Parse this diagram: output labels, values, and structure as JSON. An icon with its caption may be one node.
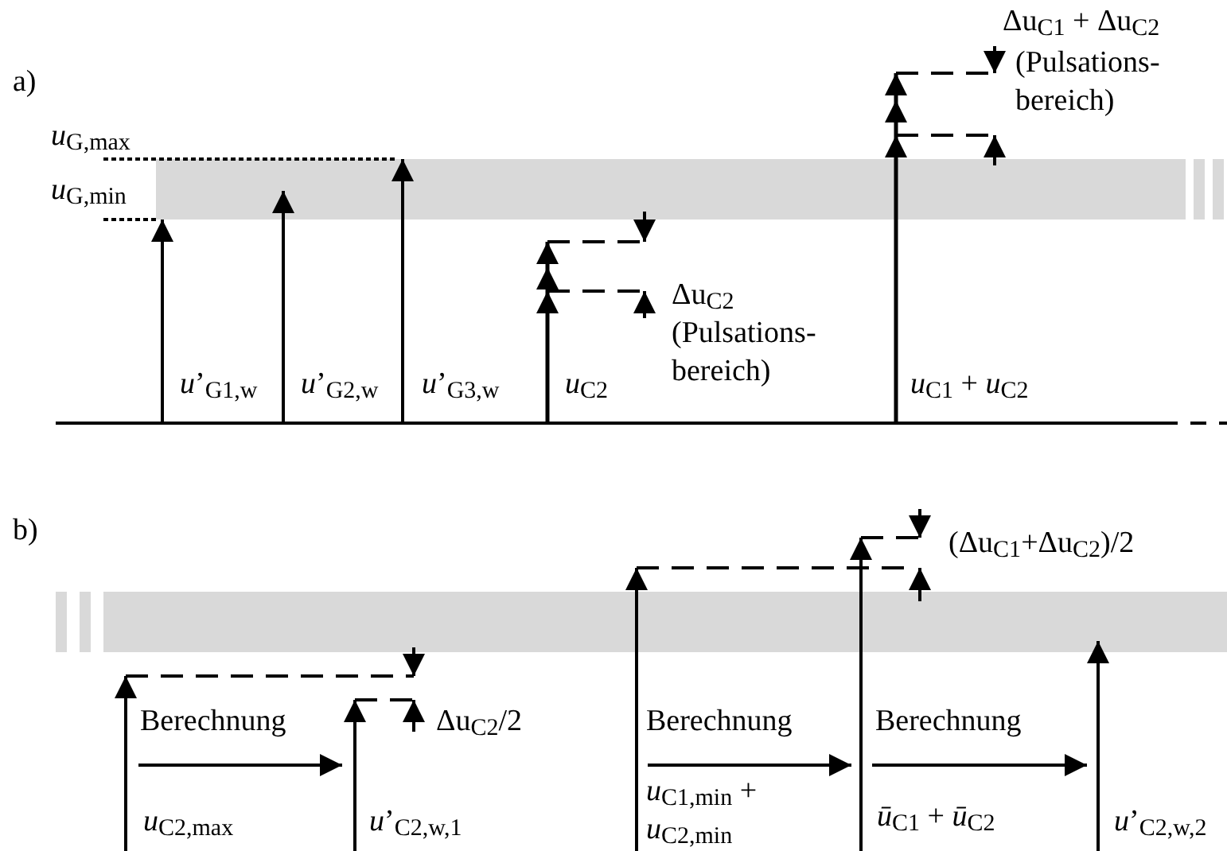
{
  "diagram": {
    "labels": [
      "a)",
      "*u*$_{G,max}$",
      "*u*$_{G,min}$",
      "Δu$_{C1}$ + Δu$_{C2}$",
      "(Pulsations- bereich)",
      "Δu$_{C2}$",
      "(Pulsations- bereich)",
      "*u*’$_{G1,w}$",
      "*u*’$_{G2,w}$",
      "*u*’$_{G3,w}$",
      "*u*$_{C2}$",
      "*u*$_{C1}$ + *u*$_{C2}$",
      "b)",
      "(Δu$_{C1}$+Δu$_{C2}$)/2",
      "Berechnung",
      "Δu$_{C2}$/2",
      "Berechnung",
      "Berechnung",
      "*u*$_{C2,max}$",
      "*u*’$_{C2,w,1}$",
      "*u*$_{C1,min}$ + *u*$_{C2,min}$",
      "*ū*$_{C1}$ + *ū*$_{C2}$",
      "*u*’$_{C2,w,2}$"
    ]
  }
}
